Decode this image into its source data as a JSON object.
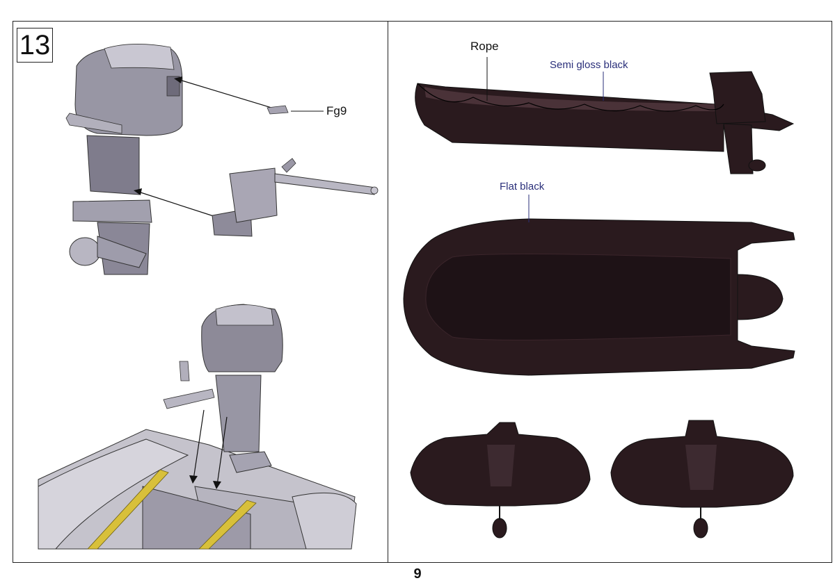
{
  "step": {
    "number": "13"
  },
  "callouts": {
    "part_fg9": "Fg9",
    "rope": "Rope",
    "semi_gloss": "Semi gloss black",
    "flat_black": "Flat black"
  },
  "page": {
    "number": "9"
  },
  "colors": {
    "hull_black": "#2a1a1e",
    "hull_highlight": "#4a3238",
    "engine_gray": "#8d8a98",
    "strap_yellow": "#d8c03a",
    "label_blue": "#2a2f7a"
  }
}
